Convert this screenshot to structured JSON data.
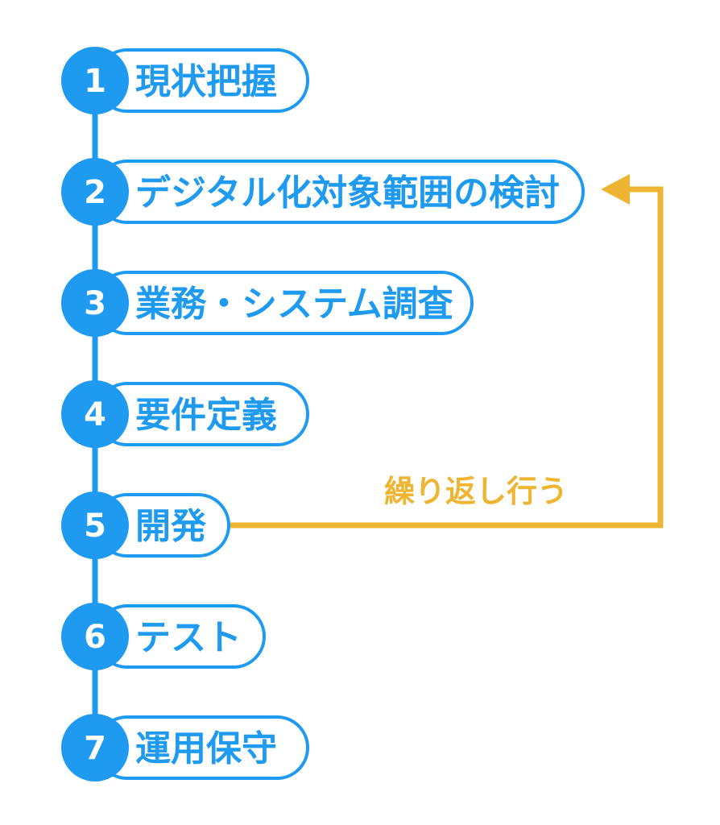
{
  "colors": {
    "blue": "#1E9AF0",
    "orange": "#EDB531",
    "text": "#1E9AF0",
    "circle_text": "#ffffff",
    "pill_fill": "#ffffff"
  },
  "steps": [
    {
      "number": "1",
      "label": "現状把握"
    },
    {
      "number": "2",
      "label": "デジタル化対象範囲の検討"
    },
    {
      "number": "3",
      "label": "業務・システム調査"
    },
    {
      "number": "4",
      "label": "要件定義"
    },
    {
      "number": "5",
      "label": "開発"
    },
    {
      "number": "6",
      "label": "テスト"
    },
    {
      "number": "7",
      "label": "運用保守"
    }
  ],
  "loop": {
    "label": "繰り返し行う",
    "from_step": "5",
    "to_step": "2"
  }
}
